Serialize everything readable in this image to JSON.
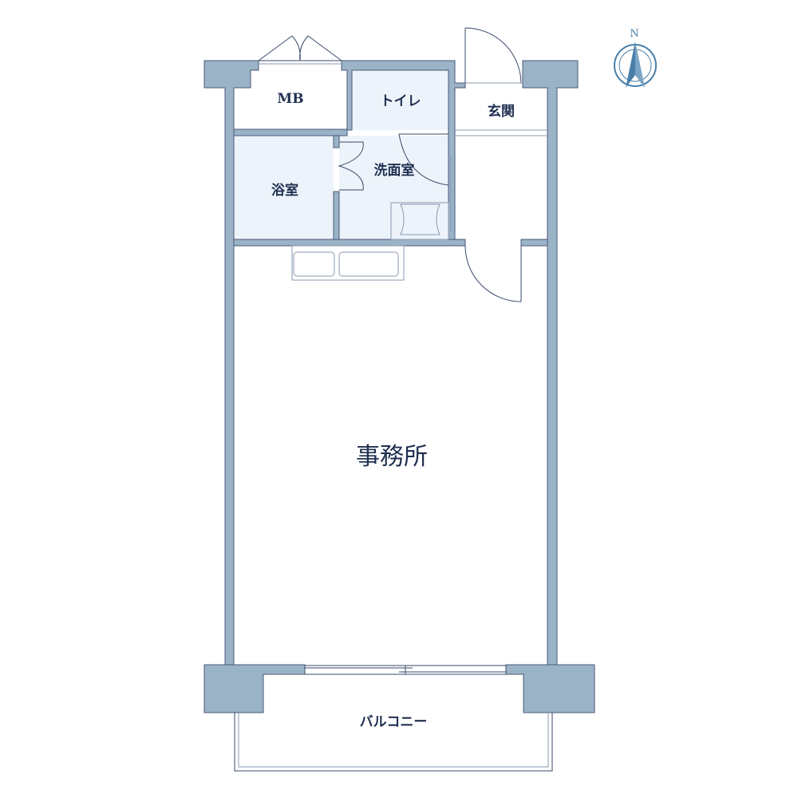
{
  "rooms": {
    "mb": "MB",
    "toilet": "トイレ",
    "entrance": "玄関",
    "bath": "浴室",
    "washroom": "洗面室",
    "office": "事務所",
    "balcony": "バルコニー"
  },
  "compass": {
    "north": "N"
  },
  "colors": {
    "wall": "#9bb3c6",
    "wet_room": "#edf3fa",
    "line": "#3a4a6b",
    "text": "#1f2f50"
  }
}
